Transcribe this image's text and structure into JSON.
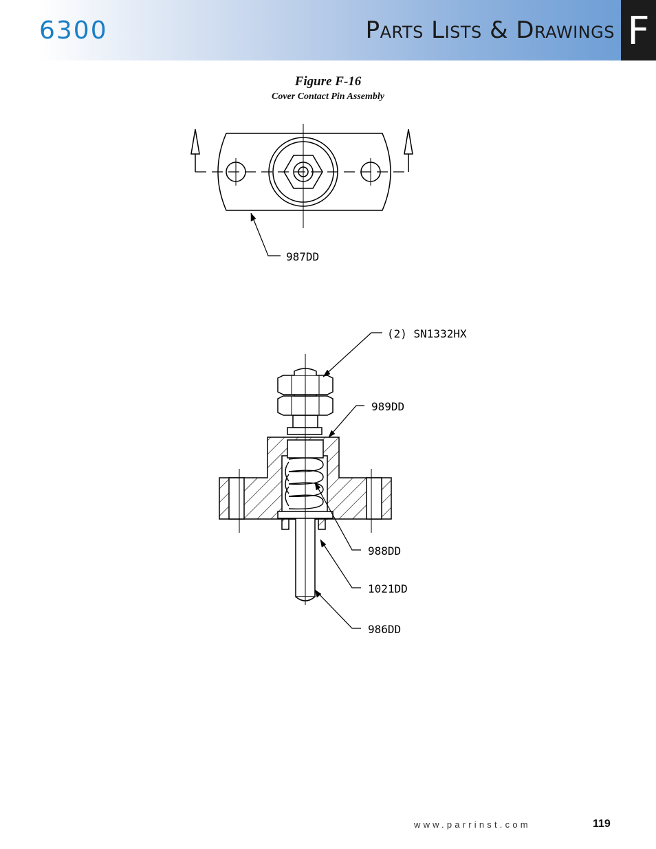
{
  "header": {
    "model": "6300",
    "section_title": "Parts Lists & Drawings",
    "section_letter": "F"
  },
  "figure": {
    "title": "Figure F-16",
    "subtitle": "Cover Contact Pin Assembly"
  },
  "callouts": {
    "top_view": "987DD",
    "nuts": "(2) SN1332HX",
    "washer": "989DD",
    "spring": "988DD",
    "insulator": "1021DD",
    "pin": "986DD"
  },
  "footer": {
    "url": "www.parrinst.com",
    "page": "119"
  },
  "colors": {
    "model_blue": "#1a7fc4",
    "tab_black": "#1c1c1c",
    "header_gradient_end": "#6e9fd6"
  }
}
